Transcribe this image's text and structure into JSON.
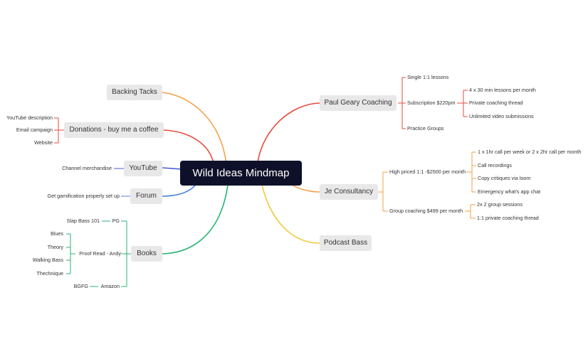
{
  "root": {
    "label": "Wild Ideas Mindmap"
  },
  "colors": {
    "red": "#e84a3c",
    "orange": "#f4a04a",
    "yellow": "#f1c832",
    "blue": "#4a5cd6",
    "lightblue": "#4f86e0",
    "green": "#27b574",
    "navy": "#0d1028"
  },
  "left": {
    "backing_tracks": {
      "label": "Backing Tacks"
    },
    "donations": {
      "label": "Donations - buy me a coffee",
      "children": [
        "YouTube description",
        "Email campaign",
        "Website"
      ]
    },
    "youtube": {
      "label": "YouTube",
      "children": [
        "Channel merchandise"
      ]
    },
    "forum": {
      "label": "Forum",
      "children": [
        "Get gamification properly set up"
      ]
    },
    "books": {
      "label": "Books",
      "pg": {
        "label": "PG",
        "children": [
          "Slap Bass 101"
        ]
      },
      "proof_read": {
        "label": "Proof Read - Andy",
        "children": [
          "Blues",
          "Theory",
          "Walking Bass",
          "Thechnique"
        ]
      },
      "amazon": {
        "label": "Amazon",
        "children": [
          "BGFG"
        ]
      }
    }
  },
  "right": {
    "paul": {
      "label": "Paul Geary Coaching",
      "single": "Single 1:1 lessons",
      "subscription": {
        "label": "Subscription $220pm",
        "children": [
          "4 x 30 min lessons per month",
          "Private coaching thread",
          "Unlimited video submissions"
        ]
      },
      "practice": "Practice Groups"
    },
    "je": {
      "label": "Je Consultancy",
      "high": {
        "label": "High priced 1:1 -$2500 per month",
        "children": [
          "1 x 1hr call per week or 2 x 2hr call per month",
          "Call recordings",
          "Copy critiques via loom",
          "Emergency what's app chat"
        ]
      },
      "group": {
        "label": "Group coaching $499 per month",
        "children": [
          "2x 2 group sessions",
          "1:1 private coaching thread"
        ]
      }
    },
    "podcast": {
      "label": "Podcast Bass"
    }
  }
}
